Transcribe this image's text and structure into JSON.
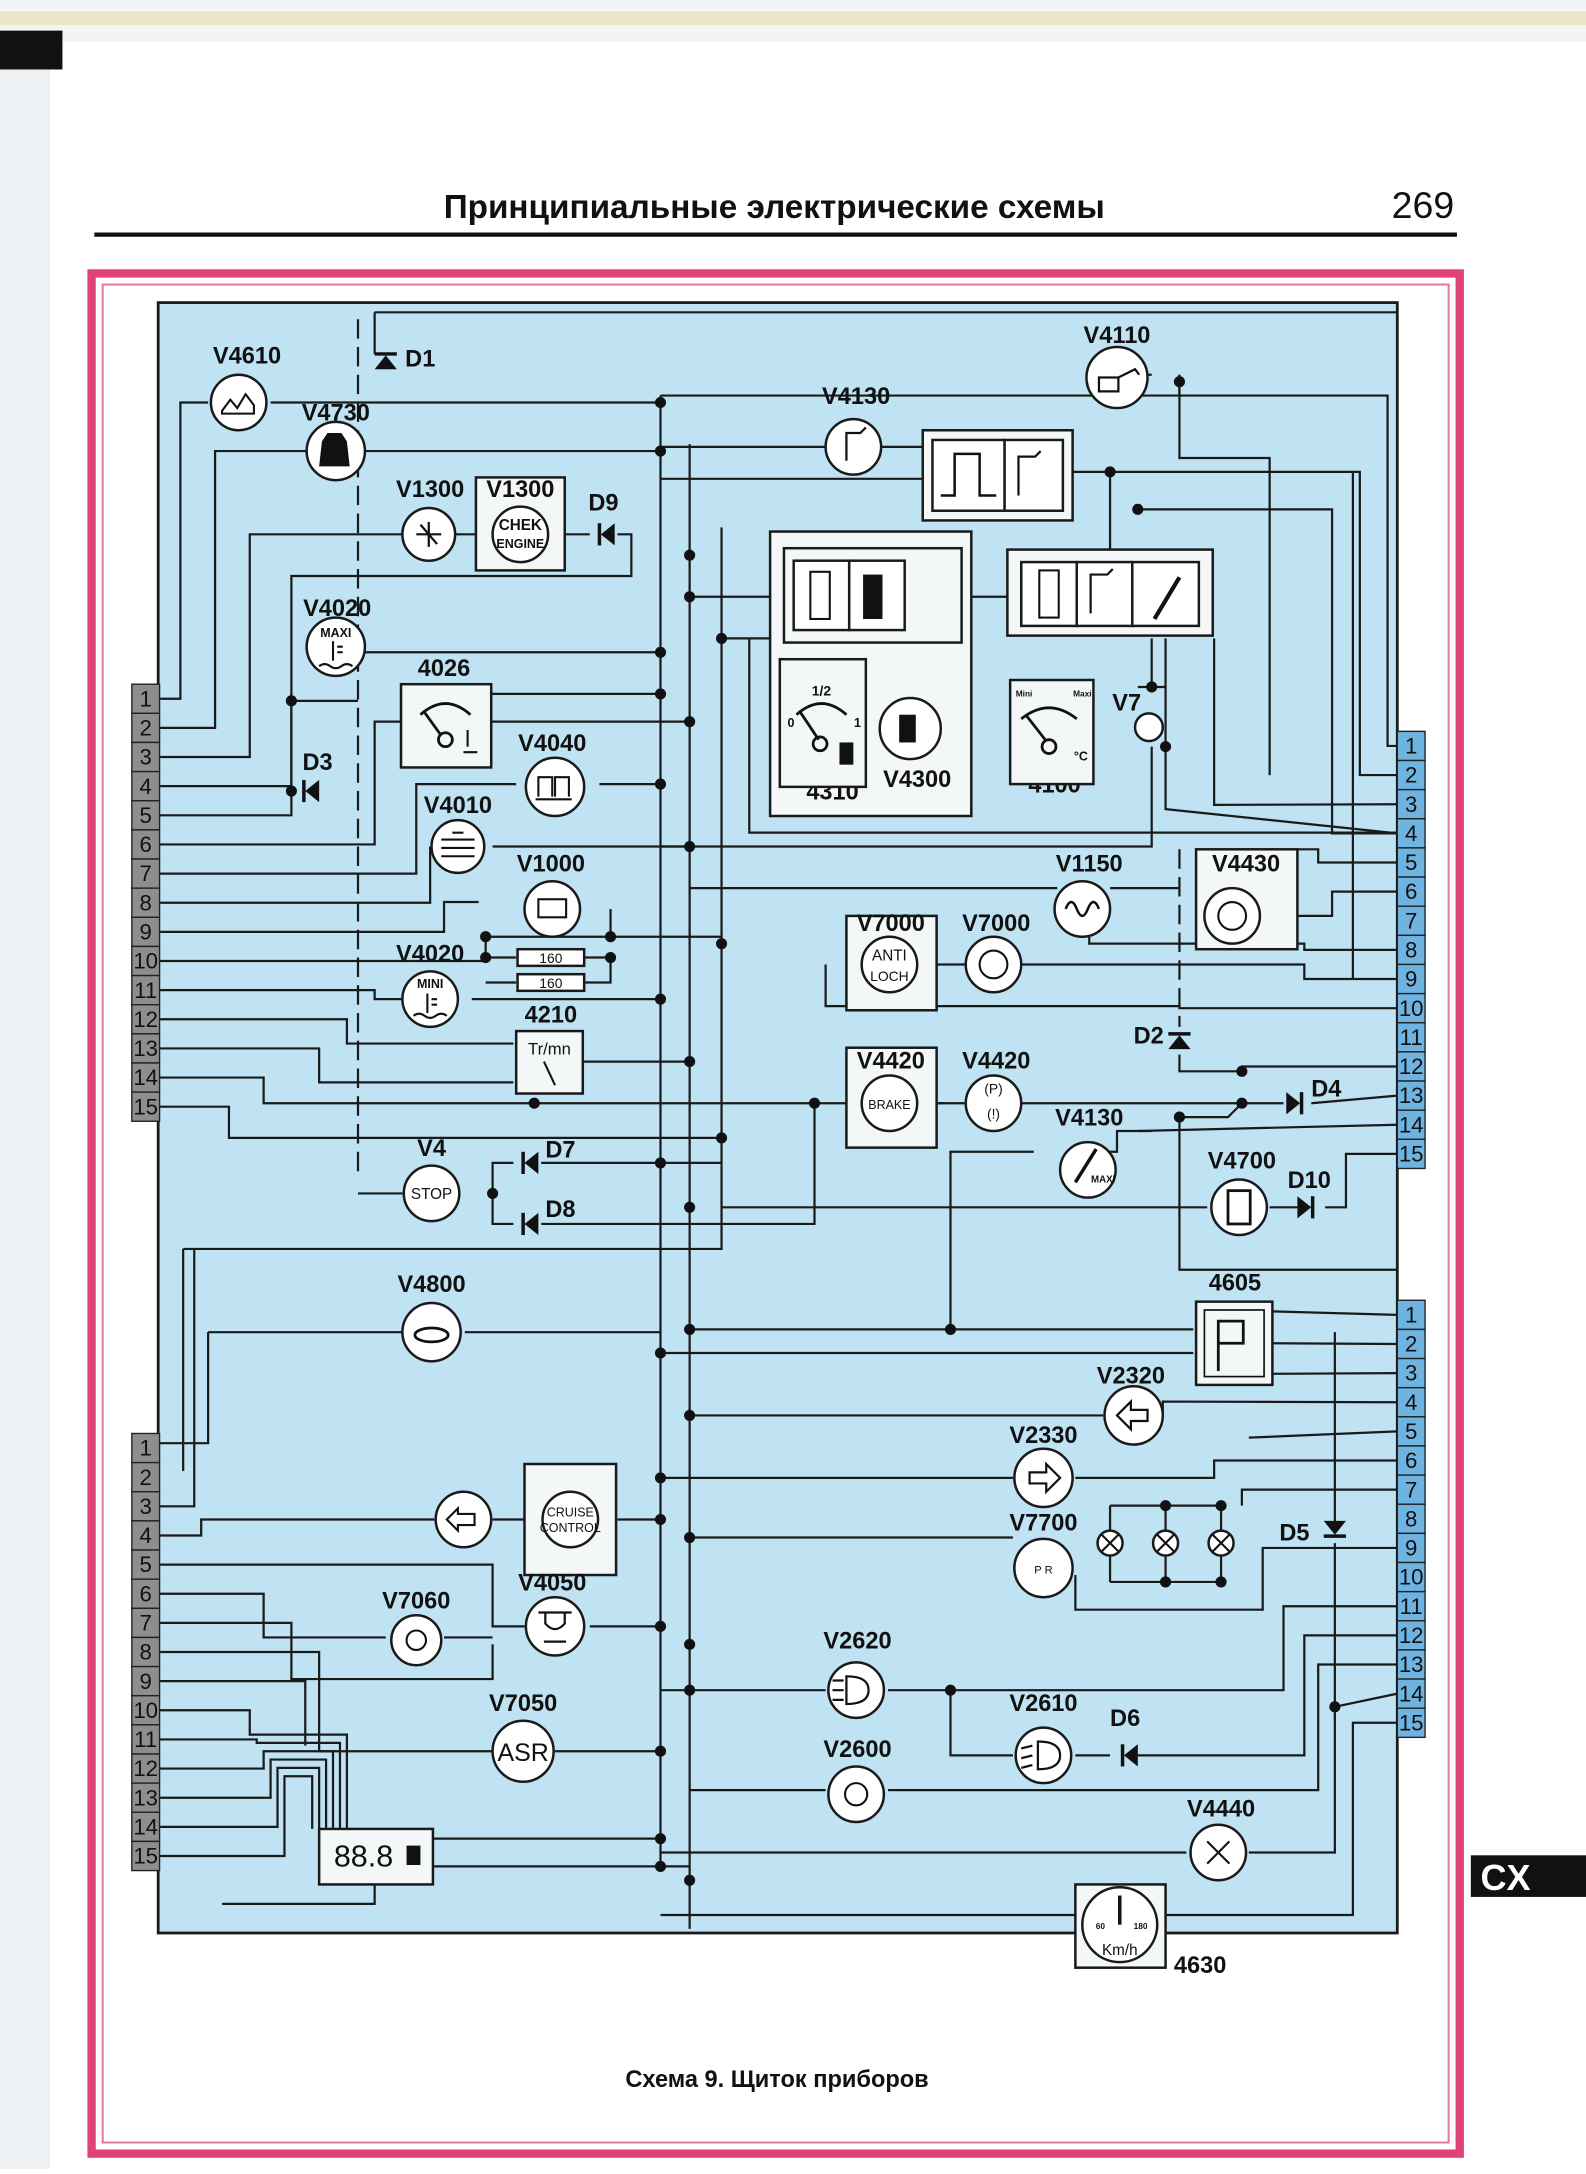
{
  "header": {
    "title": "Принципиальные электрические схемы",
    "page_number": "269"
  },
  "section_tab": "CX",
  "caption": "Схема 9. Щиток приборов",
  "colors": {
    "diagram_bg": "#bfe3f2",
    "frame_border": "#e0417a",
    "connector_left": "#8e8e8e",
    "connector_right": "#6fb3e0"
  },
  "connectors": {
    "left_top": {
      "pins": [
        "1",
        "2",
        "3",
        "4",
        "5",
        "6",
        "7",
        "8",
        "9",
        "10",
        "11",
        "12",
        "13",
        "14",
        "15"
      ]
    },
    "left_bottom": {
      "pins": [
        "1",
        "2",
        "3",
        "4",
        "5",
        "6",
        "7",
        "8",
        "9",
        "10",
        "11",
        "12",
        "13",
        "14",
        "15"
      ]
    },
    "right_top": {
      "pins": [
        "1",
        "2",
        "3",
        "4",
        "5",
        "6",
        "7",
        "8",
        "9",
        "10",
        "11",
        "12",
        "13",
        "14",
        "15"
      ]
    },
    "right_bottom": {
      "pins": [
        "1",
        "2",
        "3",
        "4",
        "5",
        "6",
        "7",
        "8",
        "9",
        "10",
        "11",
        "12",
        "13",
        "14",
        "15"
      ]
    }
  },
  "components": {
    "V4610": {
      "label": "V4610",
      "icon": "washer-fluid-icon"
    },
    "V4730": {
      "label": "V4730",
      "icon": "seatbelt-icon"
    },
    "V1300a": {
      "label": "V1300",
      "icon": "preheat-icon"
    },
    "V1300b": {
      "label": "V1300",
      "text1": "CHEK",
      "text2": "ENGINE"
    },
    "V4020max": {
      "label": "V4020",
      "text": "MAXI"
    },
    "g4026": {
      "label": "4026",
      "icon": "coolant-gauge-icon"
    },
    "V4040": {
      "label": "V4040",
      "icon": "coolant-level-icon"
    },
    "V4010": {
      "label": "V4010",
      "icon": "coolant-water-icon"
    },
    "V1000": {
      "label": "V1000",
      "icon": "battery-icon"
    },
    "R1": {
      "value": "160"
    },
    "R2": {
      "value": "160"
    },
    "V4020min": {
      "label": "V4020",
      "text": "MINI"
    },
    "g4210": {
      "label": "4210",
      "text": "Tr/mn"
    },
    "V4": {
      "label": "V4",
      "text": "STOP"
    },
    "V4800": {
      "label": "V4800",
      "icon": "catalyst-icon"
    },
    "cruise": {
      "text1": "CRUISE",
      "text2": "CONTROL"
    },
    "V7060": {
      "label": "V7060",
      "icon": "suspension-icon"
    },
    "V4050": {
      "label": "V4050",
      "icon": "brake-pad-icon"
    },
    "V7050": {
      "label": "V7050",
      "text": "ASR"
    },
    "odo": {
      "text": "88.8"
    },
    "V4130a": {
      "label": "V4130",
      "icon": "oil-level-icon"
    },
    "V4110": {
      "label": "V4110",
      "icon": "oil-can-icon"
    },
    "g4310": {
      "label": "4310",
      "half": "1/2",
      "zero": "0",
      "one": "1"
    },
    "V4300": {
      "label": "V4300",
      "icon": "fuel-pump-icon"
    },
    "g4100": {
      "label": "4100",
      "mini": "Mini",
      "maxi": "Maxi",
      "unit": "°C"
    },
    "V7": {
      "label": "V7"
    },
    "V1150": {
      "label": "V1150",
      "icon": "glow-plug-icon"
    },
    "V4430": {
      "label": "V4430",
      "icon": "brake-wear-icon"
    },
    "V7000a": {
      "label": "V7000",
      "text1": "ANTI",
      "text2": "LOCH"
    },
    "V7000b": {
      "label": "V7000",
      "icon": "abs-icon"
    },
    "V4420a": {
      "label": "V4420",
      "text": "BRAKE"
    },
    "V4420b": {
      "label": "V4420",
      "icon": "parking-brake-icon"
    },
    "V4130b": {
      "label": "V4130",
      "text": "MAXI"
    },
    "V4700": {
      "label": "V4700",
      "icon": "door-open-icon"
    },
    "g4605": {
      "label": "4605",
      "icon": "parking-p-icon"
    },
    "V2320": {
      "label": "V2320",
      "icon": "turn-left-icon"
    },
    "V2330": {
      "label": "V2330",
      "icon": "turn-right-icon"
    },
    "V7700": {
      "label": "V7700",
      "icon": "gear-selector-icon"
    },
    "V2620": {
      "label": "V2620",
      "icon": "high-beam-icon"
    },
    "V2610": {
      "label": "V2610",
      "icon": "low-beam-icon"
    },
    "V2600": {
      "label": "V2600",
      "icon": "side-light-icon"
    },
    "V4440": {
      "label": "V4440",
      "icon": "bulb-fail-icon"
    },
    "g4630": {
      "label": "4630",
      "unit": "Km/h",
      "s60": "60",
      "s180": "180"
    }
  },
  "diodes": {
    "D1": "D1",
    "D2": "D2",
    "D3": "D3",
    "D4": "D4",
    "D5": "D5",
    "D6": "D6",
    "D7": "D7",
    "D8": "D8",
    "D9": "D9",
    "D10": "D10"
  }
}
